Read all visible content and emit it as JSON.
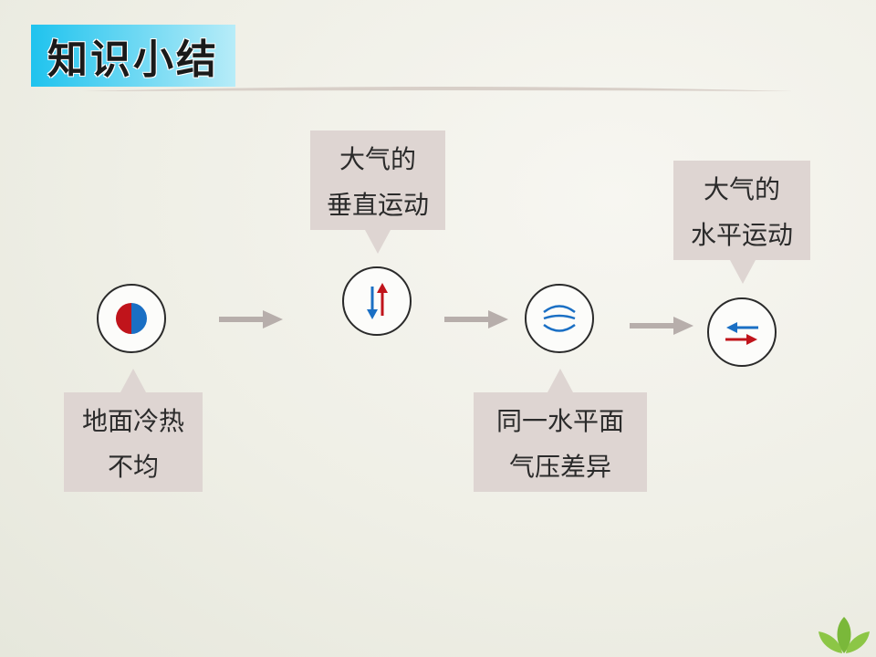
{
  "title": "知识小结",
  "nodes": [
    {
      "name": "ground-heat",
      "icon": "half-red-half-blue-circle-icon",
      "label_lines": [
        "地面冷热",
        "不均"
      ]
    },
    {
      "name": "vertical-motion",
      "icon": "up-down-arrows-icon",
      "label_lines": [
        "大气的",
        "垂直运动"
      ]
    },
    {
      "name": "pressure-diff",
      "icon": "isobar-curves-icon",
      "label_lines": [
        "同一水平面",
        "气压差异"
      ]
    },
    {
      "name": "horizontal-motion",
      "icon": "left-right-arrows-icon",
      "label_lines": [
        "大气的",
        "水平运动"
      ]
    }
  ],
  "colors": {
    "title_bg_start": "#1fc3ee",
    "callout_bg": "#ded5d2",
    "arrow": "#b7aeab",
    "red": "#c0141b",
    "blue": "#1a6fc4",
    "leaf": "#7ab83a"
  }
}
